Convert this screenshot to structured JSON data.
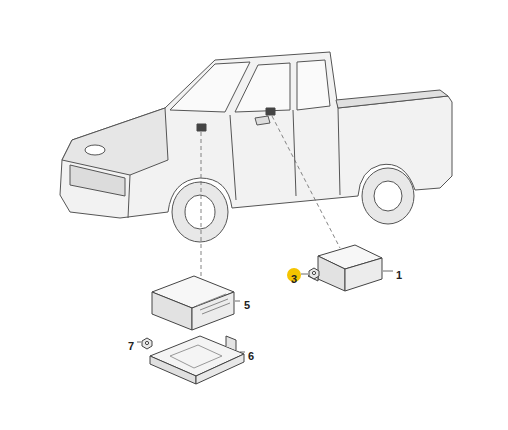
{
  "diagram": {
    "labels": [
      "1",
      "3",
      "5",
      "7",
      "6"
    ]
  }
}
